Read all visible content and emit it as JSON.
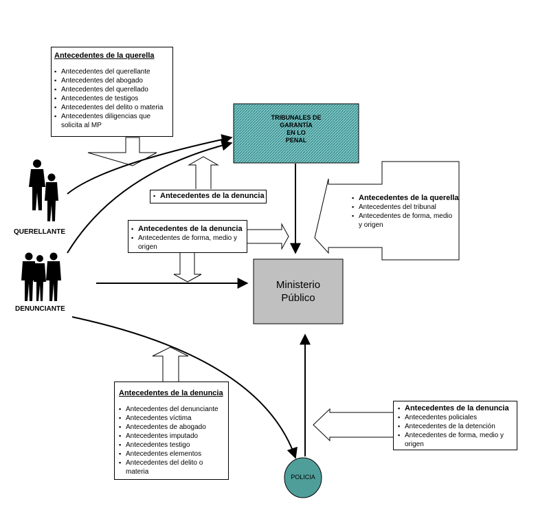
{
  "colors": {
    "tribunal_fill": "#5fb3b3",
    "ministerio_fill": "#c0c0c0",
    "policia_fill": "#4f9e9a",
    "line": "#000000"
  },
  "nodes": {
    "tribunales": "TRIBUNALES DE GARANTÍA EN LO PENAL",
    "tribunales_lines": [
      "TRIBUNALES DE",
      "GARANTÍA",
      "EN LO",
      "PENAL"
    ],
    "ministerio_lines": [
      "Ministerio",
      "Público"
    ],
    "policia": "POLICIA"
  },
  "actors": {
    "querellante": "QUERELLANTE",
    "denunciante": "DENUNCIANTE"
  },
  "box_querella_top": {
    "title": "Antecedentes de la querella",
    "items": [
      "Antecedentes del querellante",
      "Antecedentes del abogado",
      "Antecedentes del querellado",
      "Antecedentes de testigos",
      "Antecedentes del delito o materia",
      "Antecedentes diligencias que solicita al MP"
    ]
  },
  "label_denuncia_tribunal": "Antecedentes de la denuncia",
  "box_denuncia_mid": {
    "items": [
      "Antecedentes de la denuncia",
      "Antecedentes de forma, medio y origen"
    ]
  },
  "box_querella_right": {
    "items": [
      "Antecedentes de la querella",
      "Antecedentes del tribunal",
      "Antecedentes de forma, medio y origen"
    ]
  },
  "box_denuncia_bottom": {
    "title": "Antecedentes de la denuncia",
    "items": [
      "Antecedentes  del denunciante",
      "Antecedentes víctima",
      "Antecedentes de abogado",
      "Antecedentes imputado",
      "Antecedentes  testigo",
      "Antecedentes elementos",
      "Antecedentes del delito o materia"
    ]
  },
  "box_policia": {
    "items": [
      "Antecedentes de la denuncia",
      "Antecedentes  policiales",
      "Antecedentes de la detención",
      "Antecedentes de forma, medio y origen"
    ]
  }
}
